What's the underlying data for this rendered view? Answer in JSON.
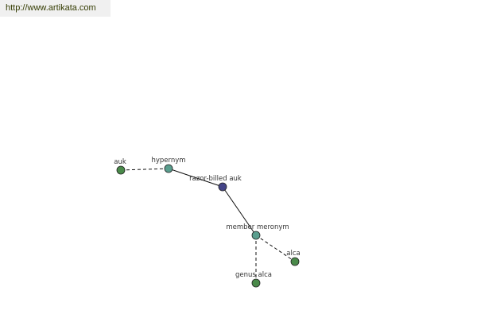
{
  "source_url": "http://www.artikata.com",
  "graph": {
    "nodes": [
      {
        "id": "auk",
        "label": "auk",
        "color": "#4a8a4a"
      },
      {
        "id": "hypernym",
        "label": "hypernym",
        "color": "#5a9e8e"
      },
      {
        "id": "razor-billed-auk",
        "label": "razor-billed auk",
        "color": "#444488"
      },
      {
        "id": "member-meronym",
        "label": "member meronym",
        "color": "#5a9e8e"
      },
      {
        "id": "alca",
        "label": "alca",
        "color": "#4a8a4a"
      },
      {
        "id": "genus-alca",
        "label": "genus alca",
        "color": "#4a8a4a"
      }
    ],
    "edges": [
      {
        "from": "auk",
        "to": "hypernym",
        "style": "dashed"
      },
      {
        "from": "hypernym",
        "to": "razor-billed-auk",
        "style": "solid"
      },
      {
        "from": "razor-billed-auk",
        "to": "member-meronym",
        "style": "solid"
      },
      {
        "from": "member-meronym",
        "to": "alca",
        "style": "dashed"
      },
      {
        "from": "member-meronym",
        "to": "genus-alca",
        "style": "dashed"
      }
    ]
  }
}
